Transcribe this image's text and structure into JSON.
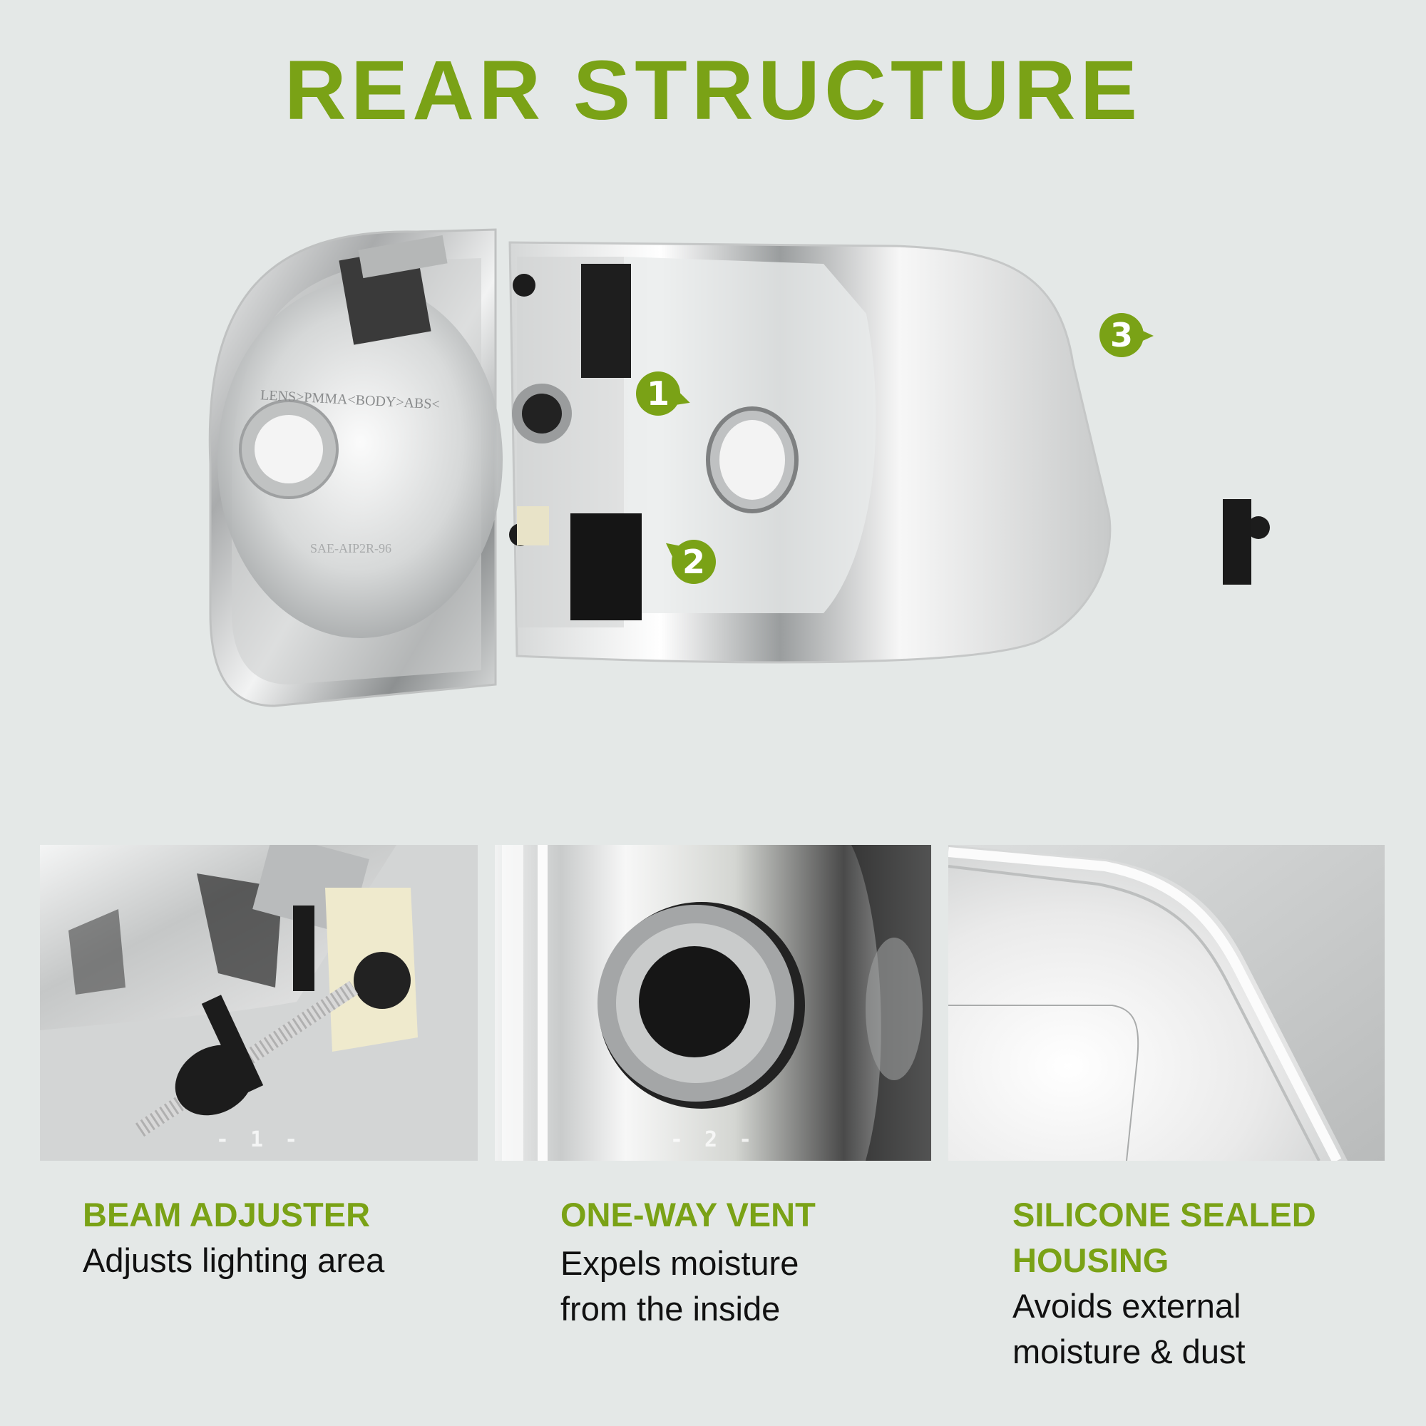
{
  "header": {
    "title": "REAR STRUCTURE"
  },
  "hero": {
    "product": "headlight-assembly-rear-view",
    "embossed_text": [
      "LENS>PMMA<BODY>ABS<",
      "SAE-AIP2R-96"
    ],
    "callouts": [
      {
        "number": "1",
        "target": "one-way-vent"
      },
      {
        "number": "2",
        "target": "beam-adjuster"
      },
      {
        "number": "3",
        "target": "silicone-sealed-housing"
      }
    ]
  },
  "detail_panels": [
    {
      "index_label": "- 1 -",
      "subject": "beam-adjuster-closeup"
    },
    {
      "index_label": "- 2 -",
      "subject": "one-way-vent-closeup"
    },
    {
      "index_label": "",
      "subject": "sealed-housing-edge-closeup"
    }
  ],
  "features": [
    {
      "title": "BEAM ADJUSTER",
      "description": [
        "Adjusts lighting area"
      ]
    },
    {
      "title": "ONE-WAY VENT",
      "description": [
        "Expels moisture",
        "from the inside"
      ]
    },
    {
      "title_lines": [
        "SILICONE SEALED",
        "HOUSING"
      ],
      "description": [
        "Avoids external",
        "moisture & dust"
      ]
    }
  ],
  "colors": {
    "background": "#e4e8e7",
    "accent_green": "#7aa216",
    "text_dark": "#111111"
  }
}
